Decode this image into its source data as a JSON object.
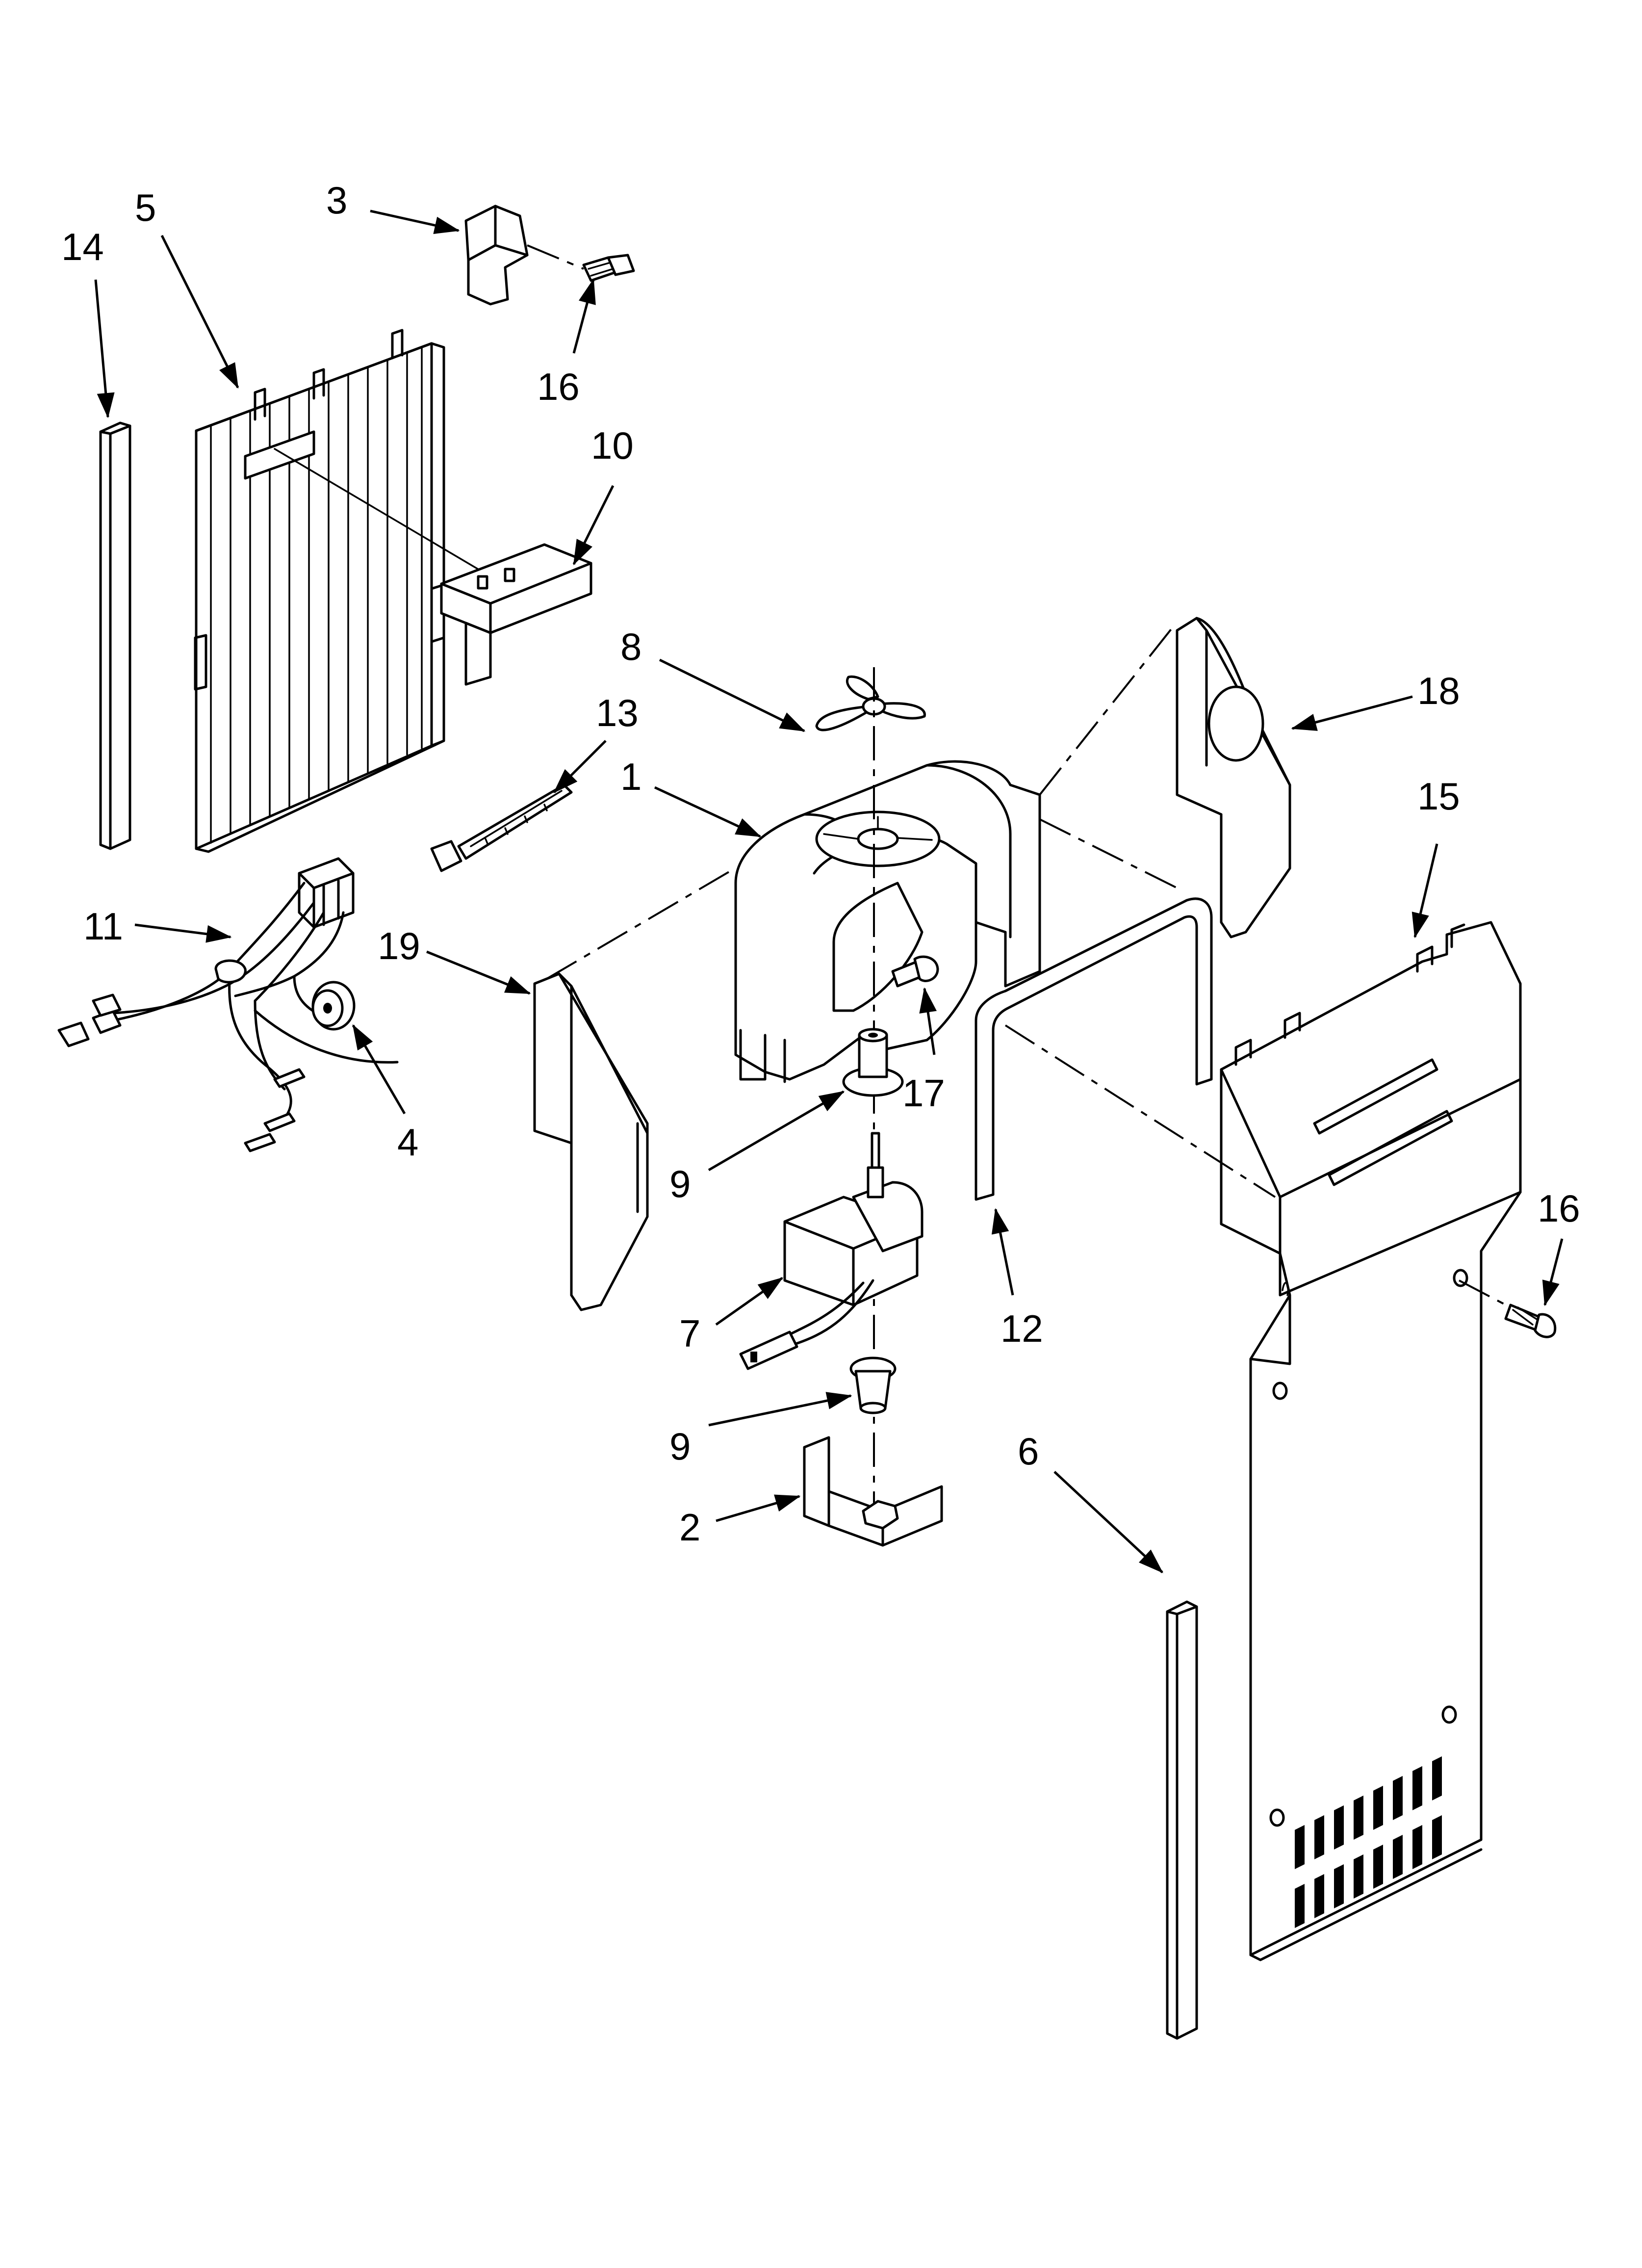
{
  "callouts": {
    "c1": "1",
    "c2": "2",
    "c3": "3",
    "c4": "4",
    "c5": "5",
    "c6": "6",
    "c7": "7",
    "c8": "8",
    "c9a": "9",
    "c9b": "9",
    "c10": "10",
    "c11": "11",
    "c12": "12",
    "c13": "13",
    "c14": "14",
    "c15": "15",
    "c16a": "16",
    "c16b": "16",
    "c17": "17",
    "c18": "18",
    "c19": "19"
  }
}
